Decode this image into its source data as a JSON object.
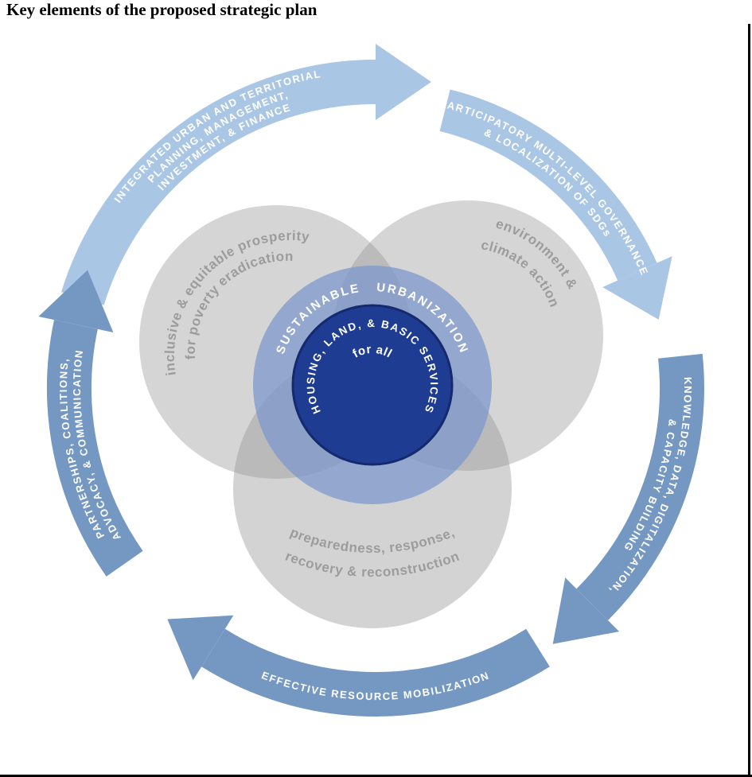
{
  "title": "Key elements of the proposed strategic plan",
  "arrows": {
    "planning": {
      "line1": "INTEGRATED URBAN AND TERRITORIAL",
      "line2": "PLANNING, MANAGEMENT,",
      "line3": "INVESTMENT, & FINANCE"
    },
    "governance": {
      "line1": "PARTICIPATORY MULTI-LEVEL GOVERNANCE",
      "line2": "& LOCALIZATION OF SDGs"
    },
    "knowledge": {
      "line1": "KNOWLEDGE, DATA, DIGITALIZATION,",
      "line2": "& CAPACITY BUILDING"
    },
    "resource": {
      "line1": "EFFECTIVE RESOURCE MOBILIZATION"
    },
    "partnerships": {
      "line1": "PARTNERSHIPS, COALITIONS,",
      "line2": "ADVOCACY, & COMMUNICATION"
    }
  },
  "domains": {
    "prosperity": {
      "line1": "inclusive & equitable prosperity",
      "line2": "for poverty eradication"
    },
    "environment": {
      "line1": "environment &",
      "line2": "climate action"
    },
    "resilience": {
      "line1": "preparedness, response,",
      "line2": "recovery & reconstruction"
    }
  },
  "ring": {
    "label": "SUSTAINABLE   URBANIZATION"
  },
  "core": {
    "label": "HOUSING, LAND, & BASIC SERVICES",
    "sublabel": "for all"
  },
  "colors": {
    "arrow_light": "#aac6e5",
    "arrow_dark": "#7598c3",
    "venn_gray": "#909090",
    "ring_blue": "#7b97cd",
    "core_navy": "#1e3c92",
    "label_gray": "#9c9c9c"
  }
}
